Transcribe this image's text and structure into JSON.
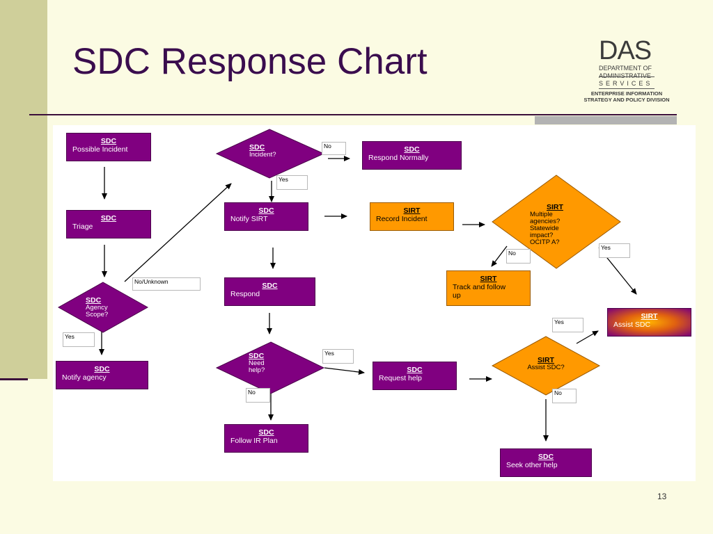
{
  "slide": {
    "title": "SDC Response Chart",
    "page_number": "13"
  },
  "logo": {
    "das": "DAS",
    "dept_line1": "DEPARTMENT OF",
    "dept_line2": "ADMINISTRATIVE",
    "services": "SERVICES",
    "division_line1": "ENTERPRISE INFORMATION",
    "division_line2": "STRATEGY AND POLICY DIVISION"
  },
  "colors": {
    "sdc_node": "#800080",
    "sirt_node": "#ff9900",
    "title_text": "#3a0d4e",
    "background": "#fbfbe3"
  },
  "nodes": {
    "possible_incident": {
      "head": "SDC",
      "text": "Possible Incident"
    },
    "triage": {
      "head": "SDC",
      "text": "Triage"
    },
    "agency_scope": {
      "head": "SDC",
      "text1": "Agency",
      "text2": "Scope?"
    },
    "notify_agency": {
      "head": "SDC",
      "text": "Notify agency"
    },
    "incident": {
      "head": "SDC",
      "text": "Incident?"
    },
    "respond_normally": {
      "head": "SDC",
      "text": "Respond Normally"
    },
    "notify_sirt": {
      "head": "SDC",
      "text": "Notify SIRT"
    },
    "respond": {
      "head": "SDC",
      "text": "Respond"
    },
    "need_help": {
      "head": "SDC",
      "text1": "Need",
      "text2": "help?"
    },
    "follow_ir_plan": {
      "head": "SDC",
      "text": "Follow IR Plan"
    },
    "record_incident": {
      "head": "SIRT",
      "text": "Record Incident"
    },
    "multiple": {
      "head": "SIRT",
      "l1": "Multiple",
      "l2": "agencies?",
      "l3": "Statewide",
      "l4": "impact?",
      "l5": "OCITP A?"
    },
    "track_follow": {
      "head": "SIRT",
      "l1": "Track and follow",
      "l2": "up"
    },
    "assist_sdc_box": {
      "head": "SIRT",
      "text": "Assist SDC"
    },
    "request_help": {
      "head": "SDC",
      "text": "Request help"
    },
    "assist_sdc_q": {
      "head": "SIRT",
      "text": "Assist SDC?"
    },
    "seek_other_help": {
      "head": "SDC",
      "text": "Seek other help"
    }
  },
  "labels": {
    "no_unknown": "No/Unknown",
    "yes_agency": "Yes",
    "no_incident": "No",
    "yes_incident": "Yes",
    "no_multiple": "No",
    "yes_multiple": "Yes",
    "yes_need_help": "Yes",
    "no_need_help": "No",
    "yes_assist": "Yes",
    "no_assist": "No"
  }
}
